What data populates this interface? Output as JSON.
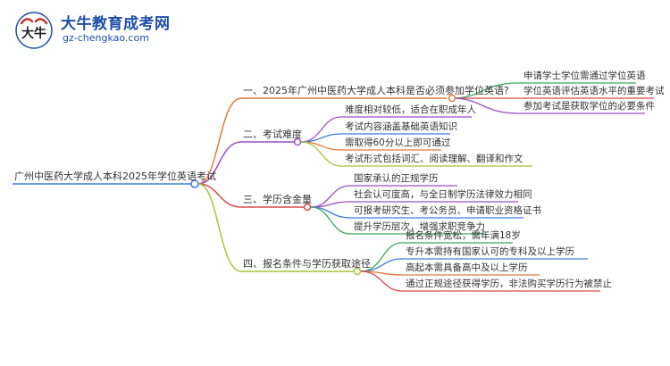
{
  "brand": {
    "name": "大牛教育成考网",
    "url": "gz-chengkao.com",
    "logo_text": "大牛"
  },
  "colors": {
    "brand_blue": "#1f4fa8",
    "branch1": "#e07a3c",
    "branch2": "#9b4fc4",
    "branch3": "#d94a4a",
    "branch4": "#a8c43a",
    "leaf_green": "#3aa85c",
    "leaf_red": "#d94a4a",
    "leaf_purple": "#9b4fc4",
    "leaf_blue": "#3a7fd9",
    "leaf_orange": "#e07a3c"
  },
  "mindmap": {
    "root": "广州中医药大学成人本科2025年学位英语考试",
    "branches": [
      {
        "label": "一、2025年广州中医药大学成人本科是否必须参加学位英语?",
        "children": [
          "申请学士学位需通过学位英语",
          "学位英语评估英语水平的重要考试",
          "参加考试是获取学位的必要条件"
        ]
      },
      {
        "label": "二、考试难度",
        "children": [
          "难度相对较低，适合在职成年人",
          "考试内容涵盖基础英语知识",
          "需取得60分以上即可通过",
          "考试形式包括词汇、阅读理解、翻译和作文"
        ]
      },
      {
        "label": "三、学历含金量",
        "children": [
          "国家承认的正规学历",
          "社会认可度高，与全日制学历法律效力相同",
          "可报考研究生、考公务员、申请职业资格证书",
          "提升学历层次，增强求职竞争力"
        ]
      },
      {
        "label": "四、报名条件与学历获取途径",
        "children": [
          "报名条件宽松，需年满18岁",
          "专升本需持有国家认可的专科及以上学历",
          "高起本需具备高中及以上学历",
          "通过正规途径获得学历，非法购买学历行为被禁止"
        ]
      }
    ]
  }
}
